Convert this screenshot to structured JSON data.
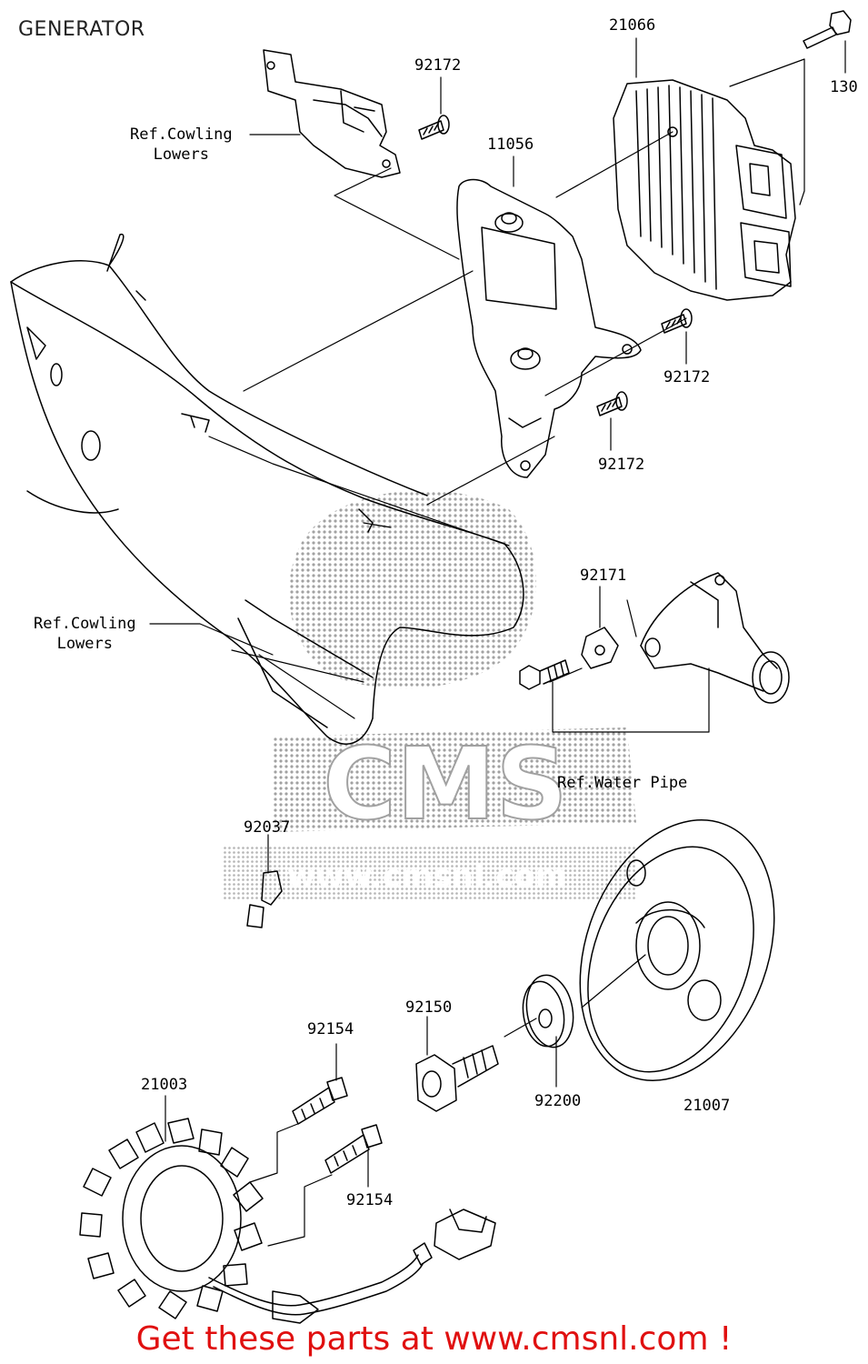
{
  "title": "GENERATOR",
  "watermark": {
    "brand": "CMS",
    "site": "www.cmsnl.com"
  },
  "references": {
    "cowling_lowers_top": [
      "Ref.Cowling",
      "Lowers"
    ],
    "cowling_lowers_left": [
      "Ref.Cowling",
      "Lowers"
    ],
    "water_pipe": "Ref.Water Pipe"
  },
  "parts": {
    "regulator": "21066",
    "bolt_130": "130",
    "bolt_top": "92172",
    "bracket": "11056",
    "bolt_right_a": "92172",
    "bolt_right_b": "92172",
    "clamp": "92171",
    "bolt_sensor": "92037",
    "bolt_flange": "92150",
    "washer": "92200",
    "rotor": "21007",
    "stator": "21003",
    "screw_a": "92154",
    "screw_b": "92154"
  },
  "footer": "Get these parts at www.cmsnl.com !",
  "colors": {
    "footer": "#e01010",
    "line": "#000000",
    "watermark": "#9a9a9a"
  }
}
